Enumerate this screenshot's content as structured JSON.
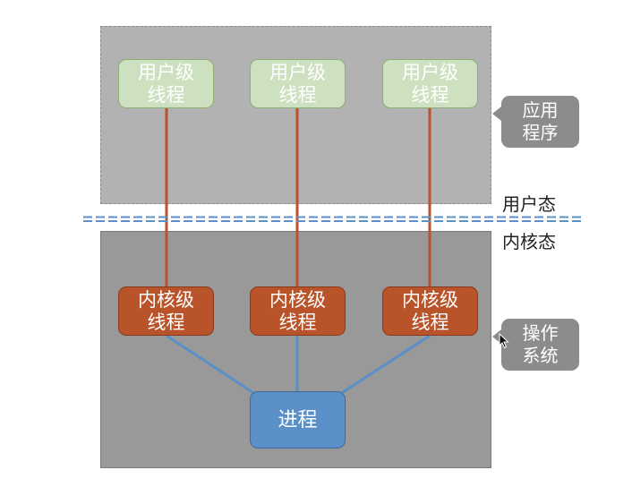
{
  "regions": {
    "user_space": "",
    "kernel_space": ""
  },
  "user_threads": [
    {
      "label": "用户级\n线程"
    },
    {
      "label": "用户级\n线程"
    },
    {
      "label": "用户级\n线程"
    }
  ],
  "kernel_threads": [
    {
      "label": "内核级\n线程"
    },
    {
      "label": "内核级\n线程"
    },
    {
      "label": "内核级\n线程"
    }
  ],
  "process": {
    "label": "进程"
  },
  "callouts": {
    "application": "应用\n程序",
    "operating_system": "操作\n系统"
  },
  "modes": {
    "user_mode": "用户态",
    "kernel_mode": "内核态"
  },
  "colors": {
    "user_region": "#b2b2b2",
    "kernel_region": "#999999",
    "user_thread_fill": "#cde0c0",
    "kernel_thread_fill": "#b9532a",
    "process_fill": "#5b8fc8",
    "mapping_link": "#b9532a",
    "process_link": "#5b8fc8",
    "divider": "#5b8fc8",
    "callout_fill": "#8c8c8c"
  },
  "icons": {
    "cursor": "mouse-pointer-icon"
  }
}
